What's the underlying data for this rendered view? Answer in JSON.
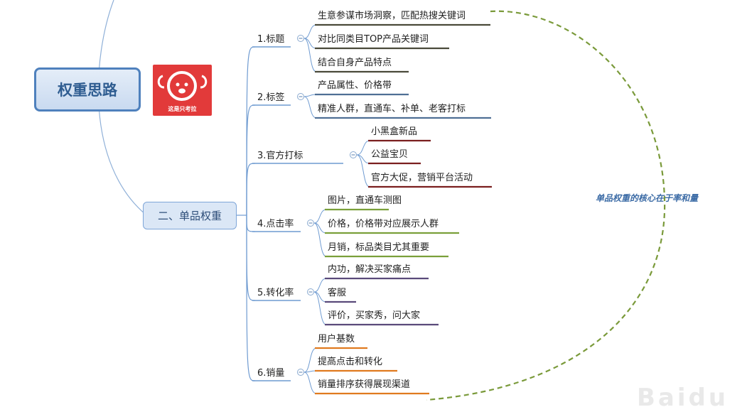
{
  "root": {
    "title": "权重思路"
  },
  "logo": {
    "caption": "这是只考拉",
    "icon": "koala-logo-icon"
  },
  "main_node": {
    "label": "二、单品权重"
  },
  "annotation": "单品权重的核心在于率和量",
  "colors": {
    "root_border": "#4f81bd",
    "connector": "#6f9bd1",
    "dashed_arc": "#7a9a3a",
    "title_underline": "#4a4a3a",
    "tag_underline": "#4f6f95",
    "official_underline": "#7a1f1f",
    "ctr_underline": "#7aa03a",
    "cvr_underline": "#5a4a7a",
    "sales_underline": "#e07a1f"
  },
  "branches": [
    {
      "label": "1.标题",
      "children": [
        "生意参谋市场洞察，匹配热搜关键词",
        "对比同类目TOP产品关键词",
        "结合自身产品特点"
      ]
    },
    {
      "label": "2.标签",
      "children": [
        "产品属性、价格带",
        "精准人群，直通车、补单、老客打标"
      ]
    },
    {
      "label": "3.官方打标",
      "children": [
        "小黑盒新品",
        "公益宝贝",
        "官方大促，营销平台活动"
      ]
    },
    {
      "label": "4.点击率",
      "children": [
        "图片，直通车测图",
        "价格，价格带对应展示人群",
        "月销，标品类目尤其重要"
      ]
    },
    {
      "label": "5.转化率",
      "children": [
        "内功，解决买家痛点",
        "客服",
        "评价，买家秀，问大家"
      ]
    },
    {
      "label": "6.销量",
      "children": [
        "用户基数",
        "提高点击和转化",
        "销量排序获得展现渠道"
      ]
    }
  ],
  "watermark": "Baidu"
}
